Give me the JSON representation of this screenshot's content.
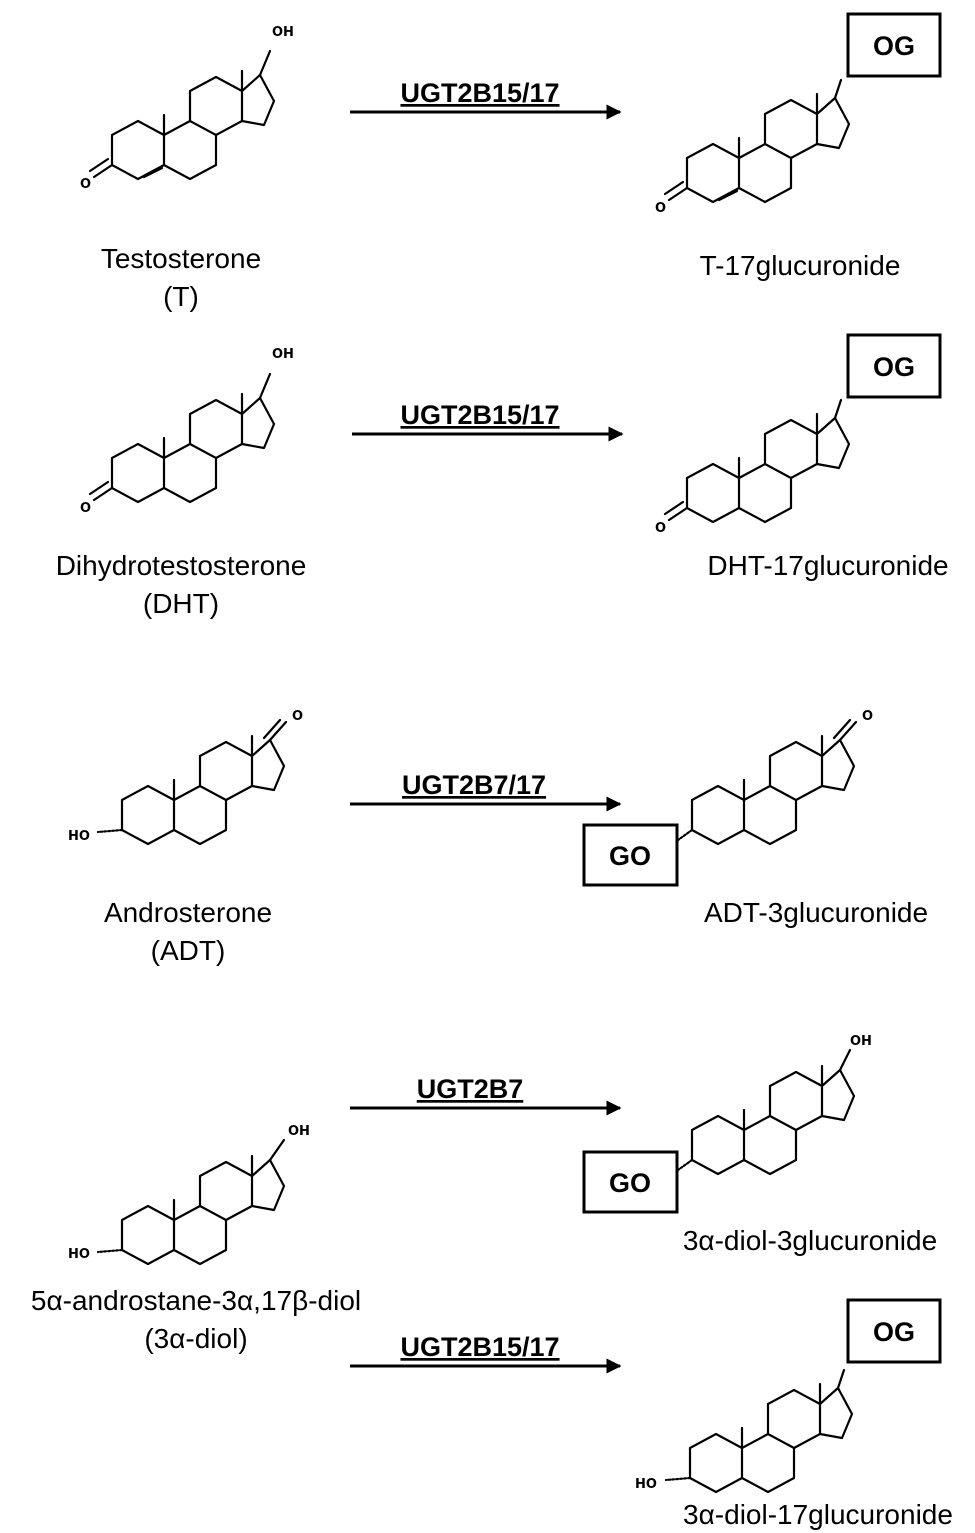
{
  "reactions": [
    {
      "id": "testosterone",
      "substrate": {
        "name": "Testosterone",
        "abbrev": "(T)",
        "top_group": "OH",
        "bottom_group": "O"
      },
      "enzyme": "UGT2B15/17",
      "product": {
        "name": "T-17glucuronide",
        "box": "OG",
        "bottom_group": "O"
      }
    },
    {
      "id": "dht",
      "substrate": {
        "name": "Dihydrotestosterone",
        "abbrev": "(DHT)",
        "top_group": "OH",
        "bottom_group": "O"
      },
      "enzyme": "UGT2B15/17",
      "product": {
        "name": "DHT-17glucuronide",
        "box": "OG",
        "bottom_group": "O"
      }
    },
    {
      "id": "adt",
      "substrate": {
        "name": "Androsterone",
        "abbrev": "(ADT)",
        "top_group": "O",
        "bottom_group": "HO"
      },
      "enzyme": "UGT2B7/17",
      "product": {
        "name": "ADT-3glucuronide",
        "box": "GO",
        "top_group": "O"
      }
    },
    {
      "id": "diol",
      "substrate": {
        "name": "5α-androstane-3α,17β-diol",
        "abbrev": "(3α-diol)",
        "top_group": "OH",
        "bottom_group": "HO"
      },
      "enzyme_a": "UGT2B7",
      "product_a": {
        "name": "3α-diol-3glucuronide",
        "box": "GO",
        "top_group": "OH"
      },
      "enzyme_b": "UGT2B15/17",
      "product_b": {
        "name": "3α-diol-17glucuronide",
        "box": "OG",
        "bottom_group": "HO"
      }
    }
  ]
}
